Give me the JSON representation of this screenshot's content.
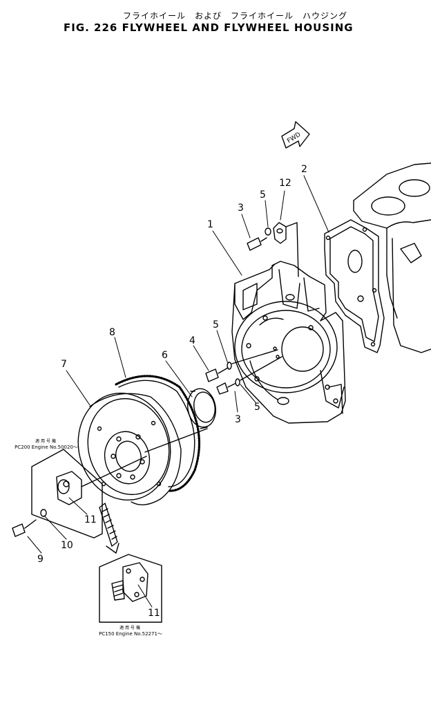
{
  "title": {
    "japanese": "フライホイール　および　フライホイール　ハウジング",
    "english": "FIG. 226   FLYWHEEL  AND  FLYWHEEL  HOUSING"
  },
  "direction_label": "FWD",
  "callouts": {
    "c1": "1",
    "c2": "2",
    "c3a": "3",
    "c3b": "3",
    "c4": "4",
    "c5a": "5",
    "c5b": "5",
    "c5c": "5",
    "c6": "6",
    "c7": "7",
    "c8": "8",
    "c9": "9",
    "c10": "10",
    "c11a": "11",
    "c11b": "11",
    "c12": "12"
  },
  "notes": {
    "upper": {
      "heading": "適用号機",
      "model": "PC200 Engine No.50020～"
    },
    "lower": {
      "heading": "適用号機",
      "model": "PC150 Engine No.52271～"
    }
  },
  "icons": [
    "fwd-arrow-icon",
    "flywheel-housing-drawing",
    "flywheel-drawing",
    "ring-gear-drawing",
    "oil-seal-drawing",
    "coupling-drawing",
    "engine-block-drawing",
    "gasket-drawing"
  ]
}
